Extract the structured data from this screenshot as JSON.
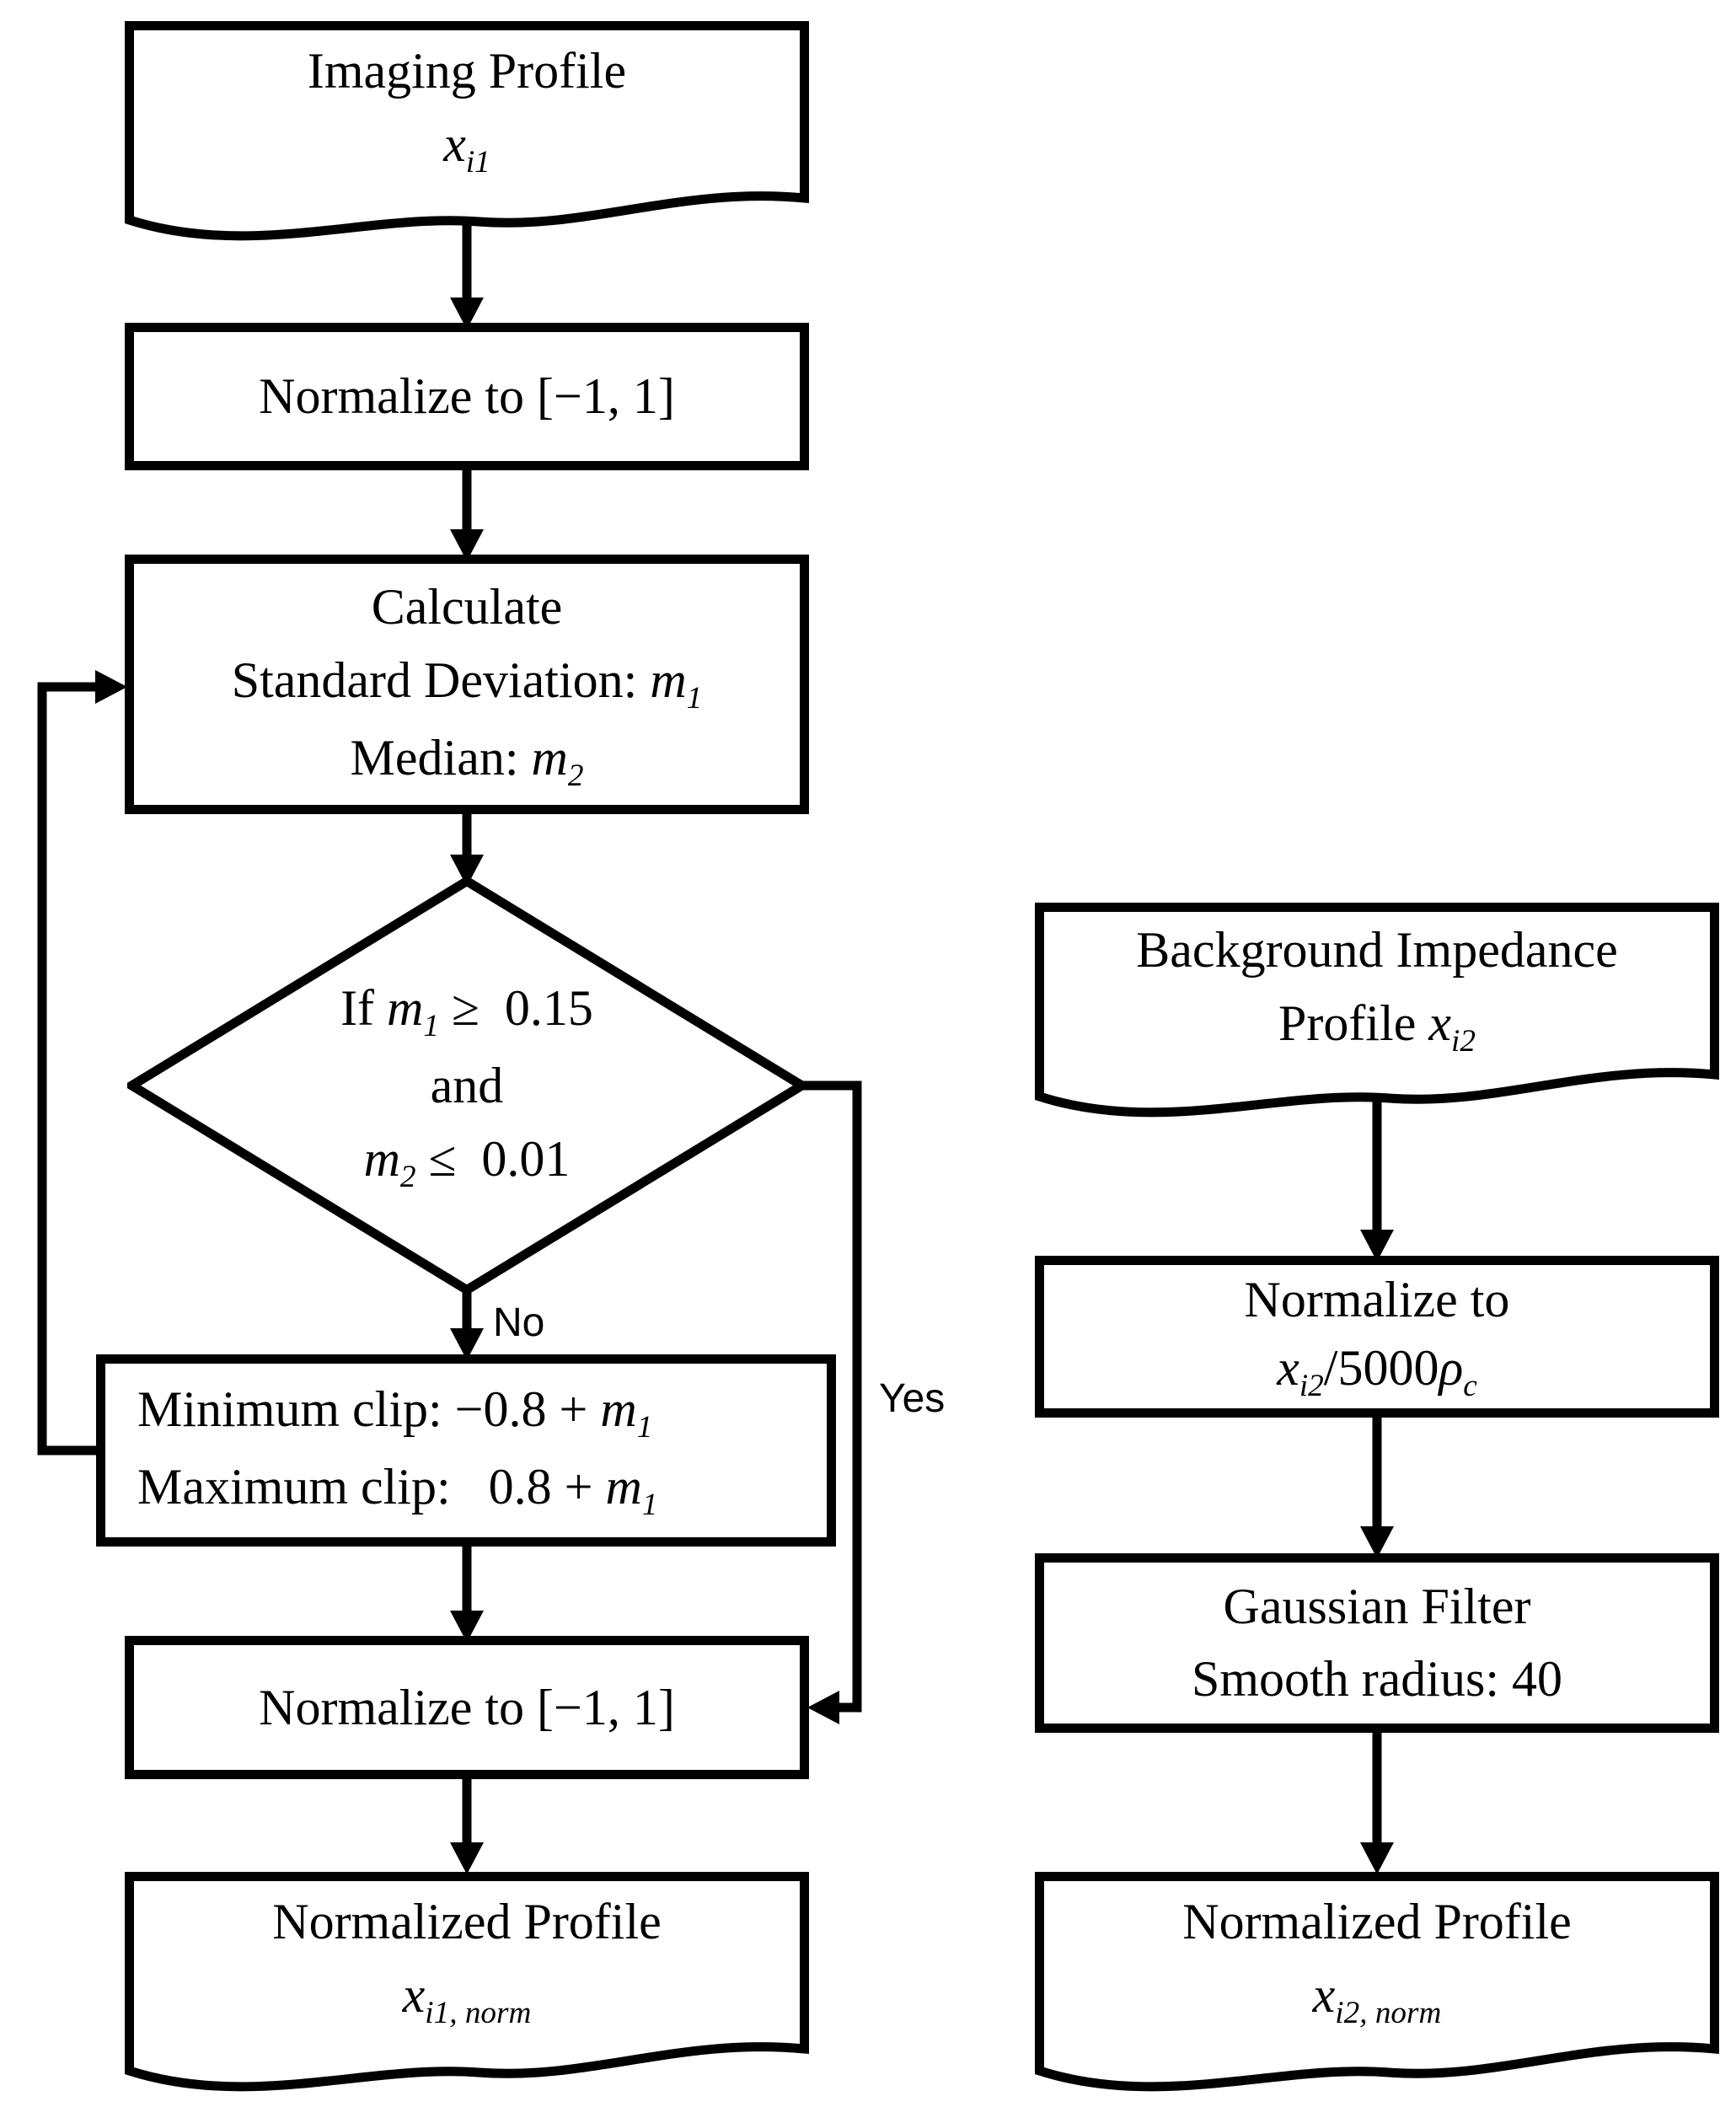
{
  "colors": {
    "stroke": "#000000",
    "background": "#ffffff"
  },
  "flowchart": {
    "left": {
      "imaging_doc": {
        "title": "Imaging Profile",
        "symbol": "x",
        "symbol_sub": "i1"
      },
      "normalize1": {
        "label": "Normalize to [−1, 1]"
      },
      "calculate": {
        "title": "Calculate",
        "std_label": "Standard Deviation: ",
        "std_symbol": "m",
        "std_sub": "1",
        "median_label": "Median: ",
        "median_symbol": "m",
        "median_sub": "2"
      },
      "decision": {
        "cond1_prefix": "If ",
        "cond1_symbol": "m",
        "cond1_sub": "1",
        "cond1_rest": " ≥  0.15",
        "conjunction": "and",
        "cond2_symbol": "m",
        "cond2_sub": "2",
        "cond2_rest": " ≤  0.01"
      },
      "no_label": "No",
      "yes_label": "Yes",
      "clip": {
        "min_label": "Minimum clip: ",
        "min_value": "−0.8 + ",
        "min_symbol": "m",
        "min_sub": "1",
        "max_label": "Maximum clip:   ",
        "max_value": "0.8 + ",
        "max_symbol": "m",
        "max_sub": "1"
      },
      "normalize2": {
        "label": "Normalize to [−1, 1]"
      },
      "output_doc": {
        "title": "Normalized Profile",
        "symbol": "x",
        "symbol_sub": "i1, norm"
      }
    },
    "right": {
      "impedance_doc": {
        "title": "Background Impedance",
        "line2_prefix": "Profile ",
        "symbol": "x",
        "symbol_sub": "i2"
      },
      "normalize": {
        "line1": "Normalize to",
        "symbol": "x",
        "symbol_sub": "i2",
        "denominator": "/5000",
        "rho": "ρ",
        "rho_sub": "c"
      },
      "gaussian": {
        "line1": "Gaussian Filter",
        "line2": "Smooth radius: 40"
      },
      "output_doc": {
        "title": "Normalized Profile",
        "symbol": "x",
        "symbol_sub": "i2, norm"
      }
    }
  }
}
